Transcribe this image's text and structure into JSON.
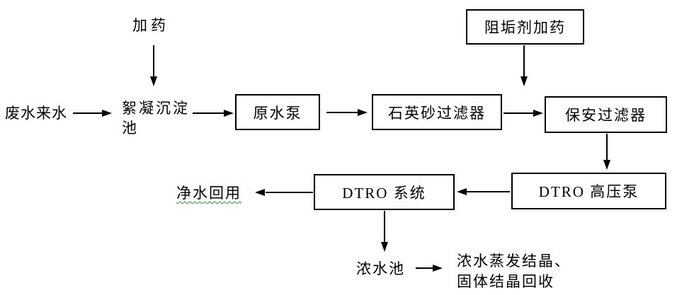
{
  "colors": {
    "background": "#ffffff",
    "line": "#000000",
    "box_border": "#000000",
    "text": "#000000",
    "spellcheck_underline": "#17a317"
  },
  "nodes": {
    "dosing": {
      "type": "text",
      "label": "加药"
    },
    "wastewater_inlet": {
      "type": "text",
      "label": "废水来水"
    },
    "flocculation_tank": {
      "type": "text",
      "label": "絮凝沉淀池",
      "lines": [
        "絮凝沉淀",
        "池"
      ]
    },
    "raw_water_pump": {
      "type": "box",
      "label": "原水泵"
    },
    "antiscalant_dosing": {
      "type": "box",
      "label": "阻垢剂加药"
    },
    "sand_filter": {
      "type": "box",
      "label": "石英砂过滤器"
    },
    "cartridge_filter": {
      "type": "box",
      "label": "保安过滤器"
    },
    "dtro_hp_pump": {
      "type": "box",
      "label": "DTRO 高压泵"
    },
    "dtro_system": {
      "type": "box",
      "label": "DTRO 系统"
    },
    "clean_water_reuse": {
      "type": "text",
      "label": "净水回用"
    },
    "concentrate_tank": {
      "type": "text",
      "label": "浓水池"
    },
    "concentrate_treatment": {
      "type": "text",
      "label": "浓水蒸发结晶、固体结晶回收",
      "lines": [
        "浓水蒸发结晶、",
        "固体结晶回收"
      ]
    }
  },
  "edges": [
    {
      "from": "dosing",
      "to": "flocculation_tank",
      "direction": "down"
    },
    {
      "from": "wastewater_inlet",
      "to": "flocculation_tank",
      "direction": "right"
    },
    {
      "from": "flocculation_tank",
      "to": "raw_water_pump",
      "direction": "right"
    },
    {
      "from": "raw_water_pump",
      "to": "sand_filter",
      "direction": "right"
    },
    {
      "from": "sand_filter",
      "to": "cartridge_filter",
      "direction": "right"
    },
    {
      "from": "antiscalant_dosing",
      "to": "sand_filter_to_cartridge_filter_line",
      "direction": "down"
    },
    {
      "from": "cartridge_filter",
      "to": "dtro_hp_pump",
      "direction": "down"
    },
    {
      "from": "dtro_hp_pump",
      "to": "dtro_system",
      "direction": "left"
    },
    {
      "from": "dtro_system",
      "to": "clean_water_reuse",
      "direction": "left"
    },
    {
      "from": "dtro_system",
      "to": "concentrate_tank",
      "direction": "down"
    },
    {
      "from": "concentrate_tank",
      "to": "concentrate_treatment",
      "direction": "right"
    }
  ]
}
